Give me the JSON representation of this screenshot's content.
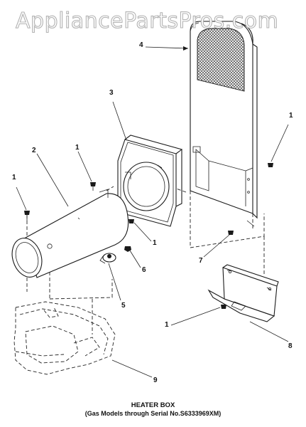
{
  "watermark": "AppliancePartsPros.com",
  "callouts": {
    "c1_left": "1",
    "c1_top": "1",
    "c1_mid": "1",
    "c1_right": "1",
    "c1_bottom": "1",
    "c2": "2",
    "c3": "3",
    "c4": "4",
    "c5": "5",
    "c6": "6",
    "c7": "7",
    "c8": "8",
    "c9": "9"
  },
  "caption": {
    "title": "HEATER BOX",
    "subtitle": "(Gas Models through Serial No.S6333969XM)"
  }
}
